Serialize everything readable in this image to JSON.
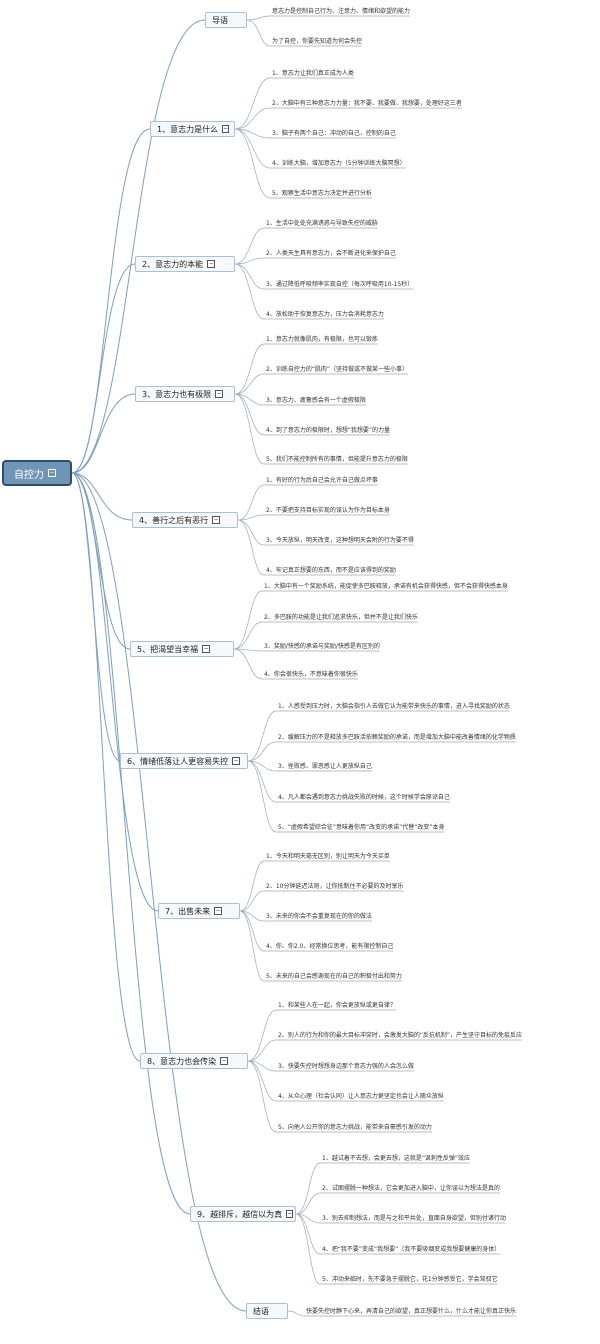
{
  "root": {
    "label": "自控力"
  },
  "branches": [
    {
      "label": "导语",
      "collapsible": false,
      "leaves": [
        "意志力是控制自己行为、注意力、情绪和欲望的能力",
        "为了自控，你要先知道为何会失控"
      ]
    },
    {
      "label": "1、意志力是什么",
      "collapsible": true,
      "leaves": [
        "1、意志力让我们真正成为人类",
        "2、大脑中有三种意志力力量：我不要、我要做、我想要，处理好这三者",
        "3、脑子有两个自己：冲动的自己、控制的自己",
        "4、训练大脑，增加意志力（5分钟训练大脑冥想）",
        "5、观察生活中意志力决定并进行分析"
      ]
    },
    {
      "label": "2、意志力的本能",
      "collapsible": true,
      "leaves": [
        "1、生活中处处充满诱惑与导致失控的威胁",
        "2、人类天生具有意志力，会不断进化来保护自己",
        "3、通过降低呼吸频率实现自控（每次呼吸用10-15秒）",
        "4、放松助于恢复意志力，压力会消耗意志力"
      ]
    },
    {
      "label": "3、意志力也有极限",
      "collapsible": true,
      "leaves": [
        "1、意志力就像肌肉，有极限，也可以锻炼",
        "2、训练自控力的“肌肉”（坚持做或不做某一些小事）",
        "3、意志力、疲惫感会有一个虚假极限",
        "4、到了意志力的极限时，想想“我想要”的力量",
        "5、我们不能控制所有的事情，但能提升意志力的极限"
      ]
    },
    {
      "label": "4、善行之后有恶行",
      "collapsible": true,
      "leaves": [
        "1、有好的行为后自己会允许自己做点坏事",
        "2、不要把支持目标实现的误认为作为目标本身",
        "3、今天放纵，明天改变，这种想明天会附的行为要不得",
        "4、牢记真正想要的东西，而不是应该得到的奖励"
      ]
    },
    {
      "label": "5、把渴望当幸福",
      "collapsible": true,
      "leaves": [
        "1、大脑中有一个奖励系统，能促使多巴胺释放，承诺有机会获得快感，但不会获得快感本身",
        "2、多巴胺的功能是让我们追求快乐，但并不是让我们快乐",
        "3、奖励/快感的承诺与奖励/快感是有区别的",
        "4、你会很快乐，不意味着你很快乐"
      ]
    },
    {
      "label": "6、情绪低落让人更容易失控",
      "collapsible": true,
      "leaves": [
        "1、人感受到压力时，大脑会指引人去做它认为能带来快乐的事情，进入寻找奖励的状态",
        "2、缓解压力的不是释放多巴胺活依赖奖励的承诺，而是增加大脑中能改善情绪的化学物质",
        "3、挫败感、罪恶感让人更放纵自己",
        "4、凡人都会遇到意志力挑战失败的时候，这个时候学会原谅自己",
        "5、“虚假希望综合征”意味着你用“改变的承诺”代替“改变”本身"
      ]
    },
    {
      "label": "7、出售未来",
      "collapsible": true,
      "leaves": [
        "1、今天和明天毫无区别，别让明天为今天买单",
        "2、10分钟延迟法则，让你抵制住不必要的及时享乐",
        "3、未来的你会不会重复现在的你的做法",
        "4、你、你2.0，经常换位思考，能有限控制自己",
        "5、未来的自己会感谢现在的自己的积极付出和努力"
      ]
    },
    {
      "label": "8、意志力也会传染",
      "collapsible": true,
      "leaves": [
        "1、和某些人在一起，你会更放纵或更自律？",
        "2、别人的行为和你的最大目标冲突时，会激发大脑的“反抗机制”，产生坚守目标的免疫反应",
        "3、快要失控时想想身边那个意志力强的人会怎么做",
        "4、从众心理（社会认同）让人意志力更坚定也会让人随众放纵",
        "5、向他人公开你的意志力挑战，能带来自豪感引发的动力"
      ]
    },
    {
      "label": "9、越排斥，越信以为真",
      "collapsible": true,
      "leaves": [
        "1、越试着不去想，会更去想，这就是“讽刺性反弹”效应",
        "2、试图摆脱一种想法，它会更加进入脑中，让你误以为想法是真的",
        "3、别去抑制想法，而是与之和平共处，直面自身欲望，但别付诸行动",
        "4、把“我不要”变成“我想要”（我不要吸烟变成我想要健康的身体）",
        "5、冲动来临时，先不要急于摆脱它，花1分钟感受它，学会驾驭它"
      ]
    },
    {
      "label": "结语",
      "collapsible": false,
      "leaves": [
        "快要失控时静下心来，弄清自己的欲望，真正想要什么，什么才能让你真正快乐"
      ]
    }
  ],
  "colors": {
    "line": "#7f9fbe",
    "leafLine": "#9aaabb",
    "rootFill": "#6f95b7",
    "rootBorder": "#2d4f6f"
  },
  "icons": {
    "toggle": "collapse-toggle-icon"
  }
}
